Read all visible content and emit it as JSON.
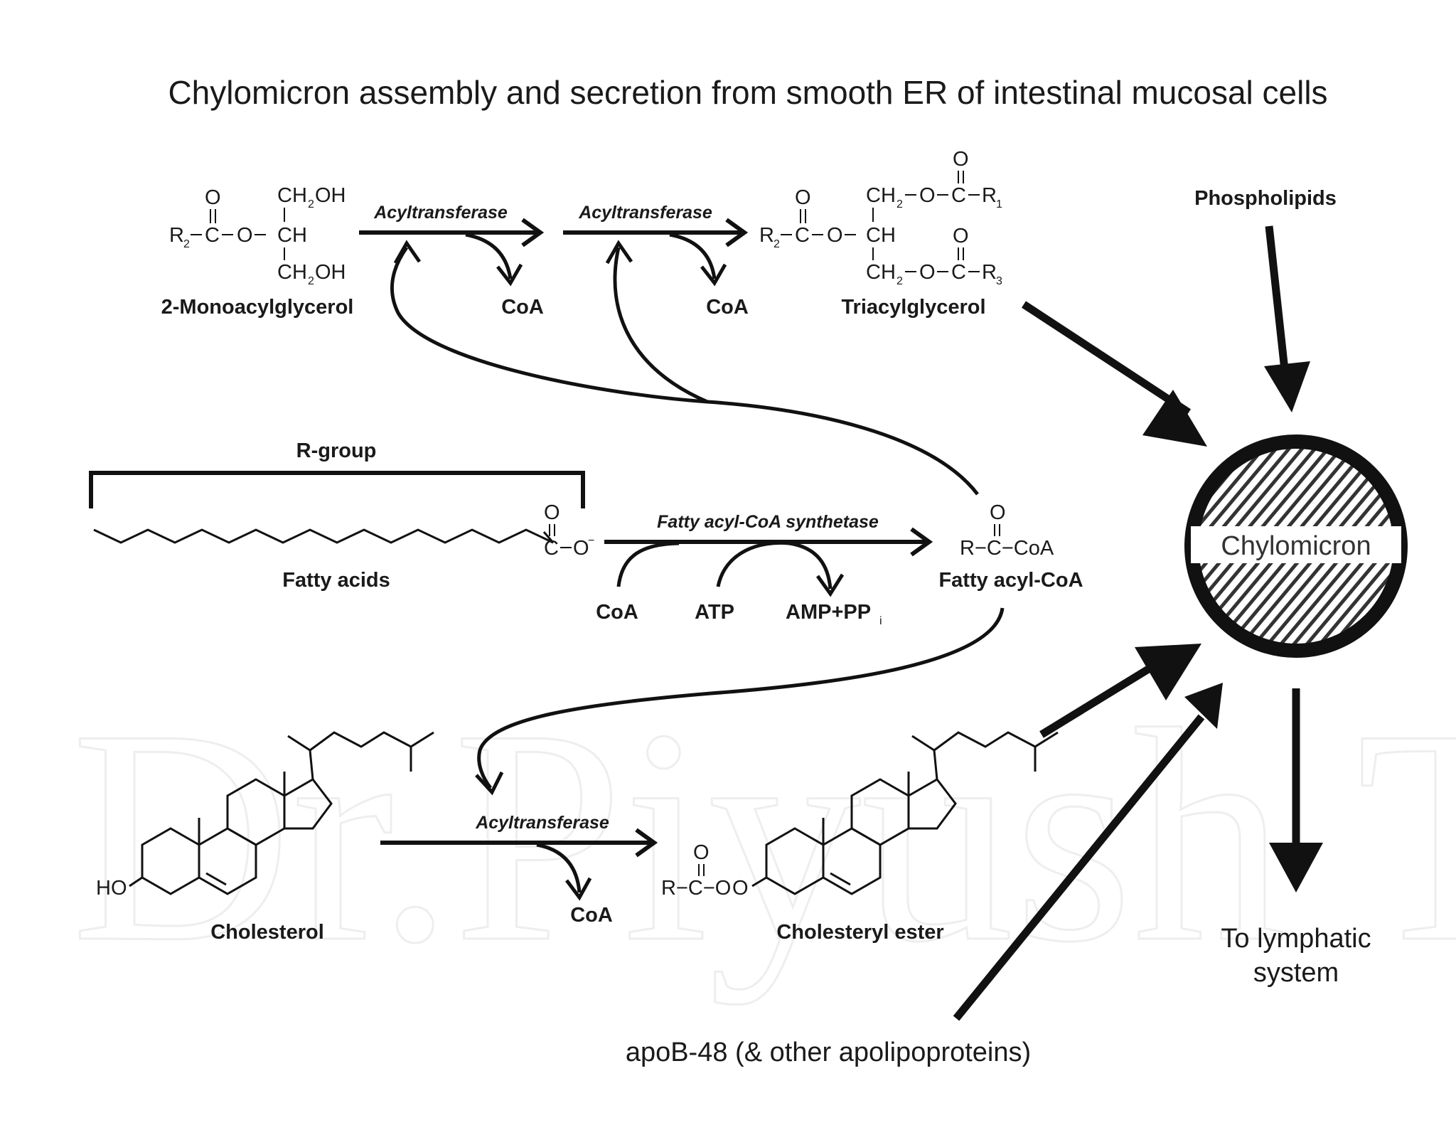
{
  "title": "Chylomicron assembly and secretion from smooth ER of intestinal mucosal cells",
  "watermark": "Dr.Piyush Tailor",
  "colors": {
    "ink": "#111111",
    "watermark": "#eeeeee",
    "background": "#ffffff"
  },
  "molecules": {
    "monoacylglycerol": {
      "name": "2-Monoacylglycerol",
      "o": "O",
      "r": "R",
      "r_sub": "2",
      "c": "C",
      "ester_o": "O",
      "ch": "CH",
      "ch2": "CH",
      "sub2": "2",
      "oh": "OH"
    },
    "triacylglycerol": {
      "name": "Triacylglycerol",
      "o": "O",
      "r": "R",
      "r_sub": "2",
      "c": "C",
      "ester_o": "O",
      "ch": "CH",
      "ch2": "CH",
      "sub2": "2",
      "r1_sub": "1",
      "r3_sub": "3"
    },
    "fatty_acids": {
      "name": "Fatty acids",
      "rgroup": "R-group",
      "c": "C",
      "o": "O",
      "minus": "−"
    },
    "fatty_acyl_coa": {
      "name": "Fatty acyl-CoA",
      "o": "O",
      "formula": "R−C−CoA"
    },
    "cholesterol": {
      "name": "Cholesterol",
      "ho": "HO"
    },
    "cholesteryl_ester": {
      "name": "Cholesteryl ester",
      "o": "O",
      "formula": "R−C−O"
    }
  },
  "reactions": {
    "acyltransferase_1": {
      "enzyme": "Acyltransferase",
      "product": "CoA"
    },
    "acyltransferase_2": {
      "enzyme": "Acyltransferase",
      "product": "CoA"
    },
    "synthetase": {
      "enzyme": "Fatty acyl-CoA synthetase",
      "coa": "CoA",
      "atp": "ATP",
      "amp": "AMP+PP",
      "amp_sub": "i"
    },
    "acyltransferase_3": {
      "enzyme": "Acyltransferase",
      "product": "CoA"
    }
  },
  "chylomicron": {
    "label": "Chylomicron",
    "inputs": {
      "phospholipids": "Phospholipids",
      "apob": "apoB-48 (& other apolipoproteins)"
    },
    "output": {
      "line1": "To lymphatic",
      "line2": "system"
    }
  }
}
